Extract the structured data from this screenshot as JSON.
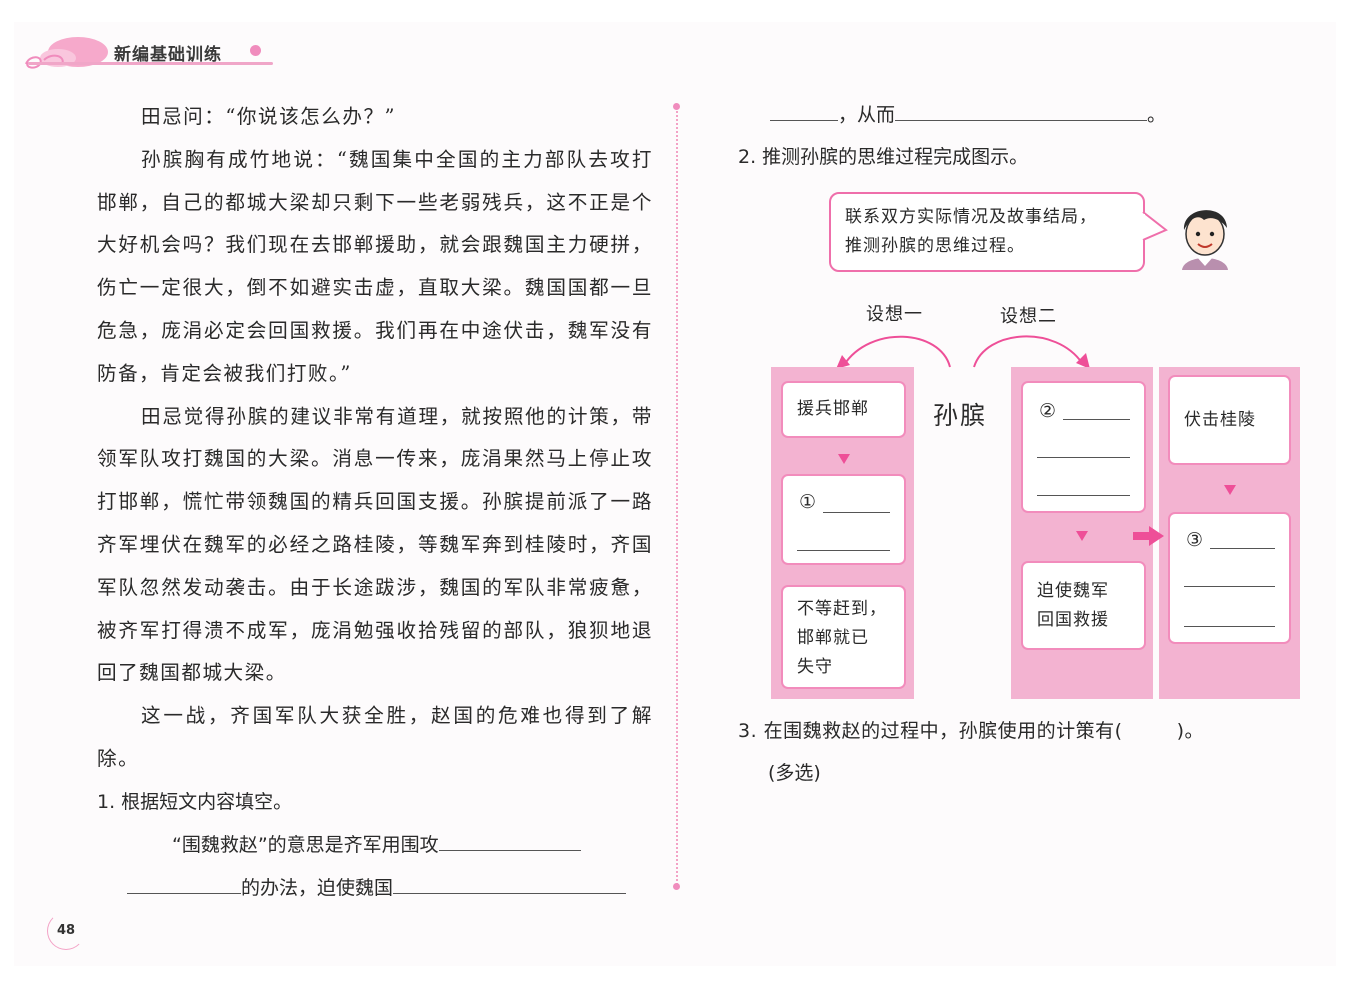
{
  "header": {
    "title": "新编基础训练"
  },
  "left": {
    "paragraphs": [
      "田忌问：“你说该怎么办？”",
      "孙膑胸有成竹地说：“魏国集中全国的主力部队去攻打邯郸，自己的都城大梁却只剩下一些老弱残兵，这不正是个大好机会吗？我们现在去邯郸援助，就会跟魏国主力硬拼，伤亡一定很大，倒不如避实击虚，直取大梁。魏国国都一旦危急，庞涓必定会回国救援。我们再在中途伏击，魏军没有防备，肯定会被我们打败。”",
      "田忌觉得孙膑的建议非常有道理，就按照他的计策，带领军队攻打魏国的大梁。消息一传来，庞涓果然马上停止攻打邯郸，慌忙带领魏国的精兵回国支援。孙膑提前派了一路齐军埋伏在魏军的必经之路桂陵，等魏军奔到桂陵时，齐国军队忽然发动袭击。由于长途跋涉，魏国的军队非常疲惫，被齐军打得溃不成军，庞涓勉强收拾残留的部队，狼狈地退回了魏国都城大梁。",
      "这一战，齐国军队大获全胜，赵国的危难也得到了解除。"
    ],
    "q1": {
      "label": "1. 根据短文内容填空。",
      "line1": "“围魏救赵”的意思是齐军用围攻",
      "line2_mid": "的办法，迫使魏国"
    }
  },
  "right": {
    "cont_mid": "，从而",
    "cont_end": "。",
    "q2_label": "2. 推测孙膑的思维过程完成图示。",
    "bubble_line1": "联系双方实际情况及故事结局，",
    "bubble_line2": "推测孙膑的思维过程。",
    "hyp1": "设想一",
    "hyp2": "设想二",
    "center": "孙膑",
    "box_rescue": "援兵邯郸",
    "box_blank1": "①",
    "box_lost_1": "不等赶到，",
    "box_lost_2": "邯郸就已",
    "box_lost_3": "失守",
    "box_blank2": "②",
    "box_force_1": "迫使魏军",
    "box_force_2": "回国救援",
    "box_ambush": "伏击桂陵",
    "box_blank3": "③",
    "q3_label": "3. 在围魏救赵的过程中，孙膑使用的计策有(",
    "q3_close": ")。",
    "q3_note": "(多选)"
  },
  "page_number": "48",
  "colors": {
    "accent": "#ef6fab",
    "column": "#f3b3d1",
    "arrow": "#ee4f98"
  }
}
